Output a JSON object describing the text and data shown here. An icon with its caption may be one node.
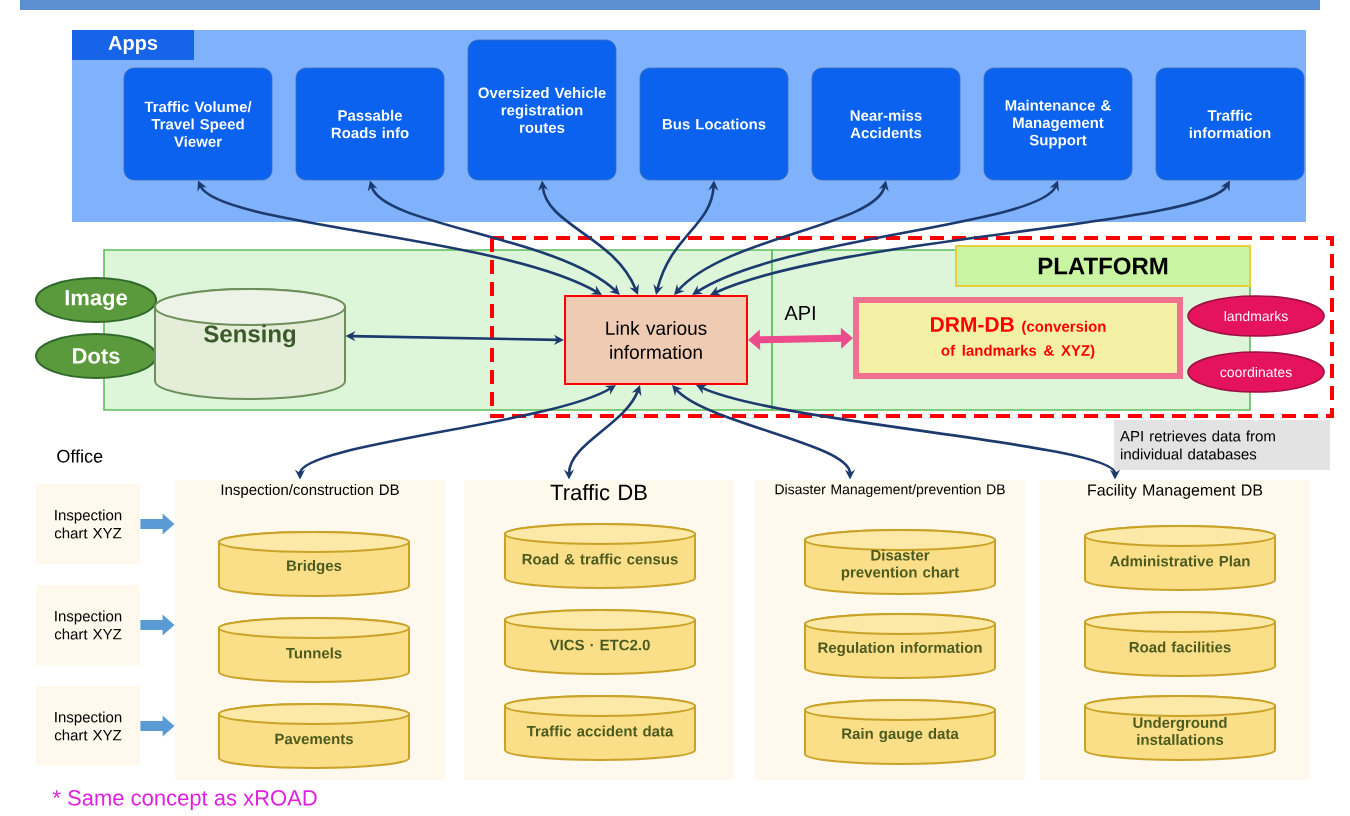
{
  "diagram": {
    "nodes": [
      {
        "text": [
          "Apps"
        ]
      },
      {
        "text": [
          "Traffic Volume/ Travel Speed Viewer"
        ],
        "in": 0
      },
      {
        "text": [
          "Passable Roads info"
        ],
        "in": 0
      },
      {
        "text": [
          "Oversized Vehicle registration routes"
        ],
        "in": 0
      },
      {
        "text": [
          "Bus Locations"
        ],
        "in": 0
      },
      {
        "text": [
          "Near-miss Accidents"
        ],
        "in": 0
      },
      {
        "text": [
          "Maintenance & Management Support"
        ],
        "in": 0
      },
      {
        "text": [
          "Traffic information"
        ],
        "in": 0
      },
      {
        "text": [
          "Image"
        ]
      },
      {
        "text": [
          "Dots"
        ]
      },
      {
        "text": [
          "Sensing"
        ]
      },
      {
        "text": [
          "Link various information"
        ]
      },
      {
        "text": [
          "PLATFORM"
        ]
      },
      {
        "text": [
          "DRM-DB",
          "(conversion of landmarks & XYZ)"
        ]
      },
      {
        "text": [
          "landmarks"
        ]
      },
      {
        "text": [
          "coordinates"
        ]
      },
      {
        "text": [
          "API retrieves data from individual databases"
        ]
      },
      {
        "text": [
          "Inspection chart XYZ"
        ]
      },
      {
        "text": [
          "Inspection chart XYZ"
        ]
      },
      {
        "text": [
          "Inspection chart XYZ"
        ]
      },
      {
        "text": [
          "Inspection/construction DB"
        ]
      },
      {
        "text": [
          "Bridges"
        ],
        "in": 20
      },
      {
        "text": [
          "Tunnels"
        ],
        "in": 20
      },
      {
        "text": [
          "Pavements"
        ],
        "in": 20
      },
      {
        "text": [
          "Traffic DB"
        ]
      },
      {
        "text": [
          "Road & traffic census"
        ],
        "in": 24
      },
      {
        "text": [
          "VICS · ETC2.0"
        ],
        "in": 24
      },
      {
        "text": [
          "Traffic accident data"
        ],
        "in": 24
      },
      {
        "text": [
          "Disaster Management/prevention DB"
        ]
      },
      {
        "text": [
          "Disaster prevention chart"
        ],
        "in": 28
      },
      {
        "text": [
          "Regulation information"
        ],
        "in": 28
      },
      {
        "text": [
          "Rain gauge data"
        ],
        "in": 28
      },
      {
        "text": [
          "Facility Management DB"
        ]
      },
      {
        "text": [
          "Administrative Plan"
        ],
        "in": 32
      },
      {
        "text": [
          "Road facilities"
        ],
        "in": 32
      },
      {
        "text": [
          "Underground installations"
        ],
        "in": 32
      }
    ],
    "edges": [
      {
        "from": 11,
        "to": 1,
        "arrow": "both"
      },
      {
        "from": 11,
        "to": 2,
        "arrow": "both"
      },
      {
        "from": 11,
        "to": 3,
        "arrow": "both"
      },
      {
        "from": 11,
        "to": 4,
        "arrow": "both"
      },
      {
        "from": 11,
        "to": 5,
        "arrow": "both"
      },
      {
        "from": 11,
        "to": 6,
        "arrow": "both"
      },
      {
        "from": 11,
        "to": 7,
        "arrow": "both"
      },
      {
        "from": 10,
        "to": 11,
        "arrow": "both"
      },
      {
        "from": 11,
        "to": 13,
        "arrow": "both",
        "label": "API",
        "style": "thick",
        "color": "#ec4c8c"
      },
      {
        "from": 11,
        "to": 20,
        "arrow": "both"
      },
      {
        "from": 11,
        "to": 24,
        "arrow": "both"
      },
      {
        "from": 11,
        "to": 28,
        "arrow": "both"
      },
      {
        "from": 11,
        "to": 32,
        "arrow": "both"
      },
      {
        "from": 17,
        "to": 20,
        "arrow": "to",
        "style": "thick",
        "color": "#5b9bd5"
      },
      {
        "from": 18,
        "to": 20,
        "arrow": "to",
        "style": "thick",
        "color": "#5b9bd5"
      },
      {
        "from": 19,
        "to": 20,
        "arrow": "to",
        "style": "thick",
        "color": "#5b9bd5"
      }
    ],
    "labels": [
      "Office",
      "* Same concept as xROAD"
    ]
  }
}
